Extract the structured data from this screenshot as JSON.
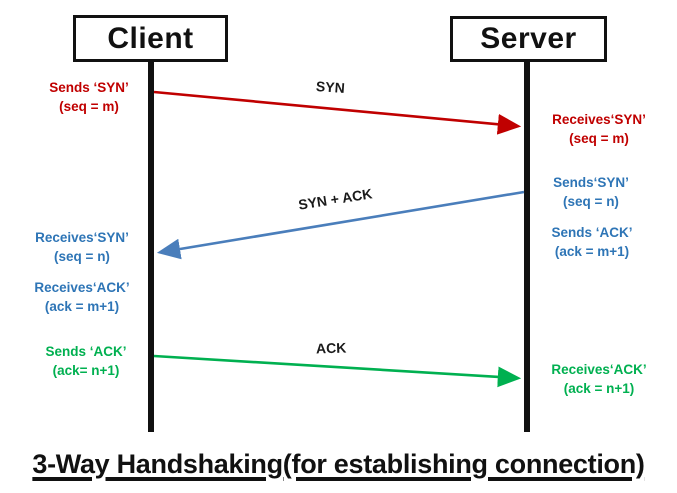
{
  "diagram_title": "3-Way Handshaking(for establishing connection)",
  "colors": {
    "red": "#C00000",
    "blue": "#2E75B6",
    "blue_arrow": "#4A7EBB",
    "green": "#00B050",
    "ink": "#111111"
  },
  "actors": [
    {
      "label": "Client"
    },
    {
      "label": "Server"
    }
  ],
  "messages": [
    {
      "label": "SYN",
      "from": "Client",
      "to": "Server",
      "color": "#C00000"
    },
    {
      "label": "SYN + ACK",
      "from": "Server",
      "to": "Client",
      "color": "#4A7EBB"
    },
    {
      "label": "ACK",
      "from": "Client",
      "to": "Server",
      "color": "#00B050"
    }
  ],
  "annotations": [
    {
      "id": "client-sends-syn",
      "side": "left",
      "color": "red",
      "line1": "Sends ‘SYN’",
      "line2": "(seq = m)"
    },
    {
      "id": "server-receives-syn",
      "side": "right",
      "color": "red",
      "line1": "Receives‘SYN’",
      "line2": "(seq = m)"
    },
    {
      "id": "server-sends-syn",
      "side": "right",
      "color": "blue",
      "line1": "Sends‘SYN’",
      "line2": "(seq = n)"
    },
    {
      "id": "server-sends-ack",
      "side": "right",
      "color": "blue",
      "line1": "Sends ‘ACK’",
      "line2": "(ack = m+1)"
    },
    {
      "id": "client-receives-syn",
      "side": "left",
      "color": "blue",
      "line1": "Receives‘SYN’",
      "line2": "(seq = n)"
    },
    {
      "id": "client-receives-ack",
      "side": "left",
      "color": "blue",
      "line1": "Receives‘ACK’",
      "line2": "(ack = m+1)"
    },
    {
      "id": "client-sends-ack",
      "side": "left",
      "color": "green",
      "line1": "Sends ‘ACK’",
      "line2": "(ack= n+1)"
    },
    {
      "id": "server-receives-ack",
      "side": "right",
      "color": "green",
      "line1": "Receives‘ACK’",
      "line2": "(ack = n+1)"
    }
  ]
}
